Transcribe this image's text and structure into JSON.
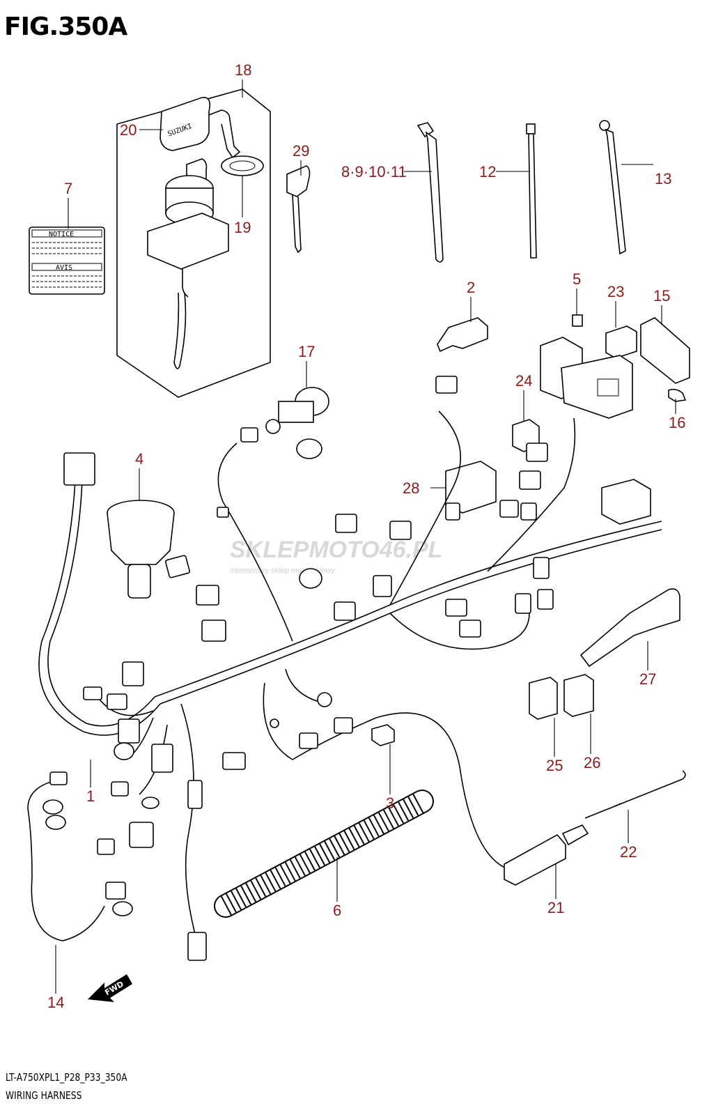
{
  "figure": {
    "title": "FIG.350A",
    "code": "LT-A750XPL1_P28_P33_350A",
    "name": "WIRING HARNESS"
  },
  "watermark": {
    "brand": "SKLEPMOTO46.PL",
    "tagline": "internetowy sklep motocyklowy"
  },
  "labels": {
    "notice": "NOTICE",
    "avis": "AVIS",
    "key_brand": "SUZUKI",
    "fwd": "FWD"
  },
  "callouts": [
    {
      "id": "1",
      "text": "1"
    },
    {
      "id": "2",
      "text": "2"
    },
    {
      "id": "3",
      "text": "3"
    },
    {
      "id": "4",
      "text": "4"
    },
    {
      "id": "5",
      "text": "5"
    },
    {
      "id": "6",
      "text": "6"
    },
    {
      "id": "7",
      "text": "7"
    },
    {
      "id": "8",
      "text": "8·9·10·11"
    },
    {
      "id": "12",
      "text": "12"
    },
    {
      "id": "13",
      "text": "13"
    },
    {
      "id": "14",
      "text": "14"
    },
    {
      "id": "15",
      "text": "15"
    },
    {
      "id": "16",
      "text": "16"
    },
    {
      "id": "17",
      "text": "17"
    },
    {
      "id": "18",
      "text": "18"
    },
    {
      "id": "19",
      "text": "19"
    },
    {
      "id": "20",
      "text": "20"
    },
    {
      "id": "21",
      "text": "21"
    },
    {
      "id": "22",
      "text": "22"
    },
    {
      "id": "23",
      "text": "23"
    },
    {
      "id": "24",
      "text": "24"
    },
    {
      "id": "25",
      "text": "25"
    },
    {
      "id": "26",
      "text": "26"
    },
    {
      "id": "27",
      "text": "27"
    },
    {
      "id": "28",
      "text": "28"
    },
    {
      "id": "29",
      "text": "29"
    }
  ],
  "colors": {
    "callout": "#8b1a1a",
    "line": "#000000"
  }
}
